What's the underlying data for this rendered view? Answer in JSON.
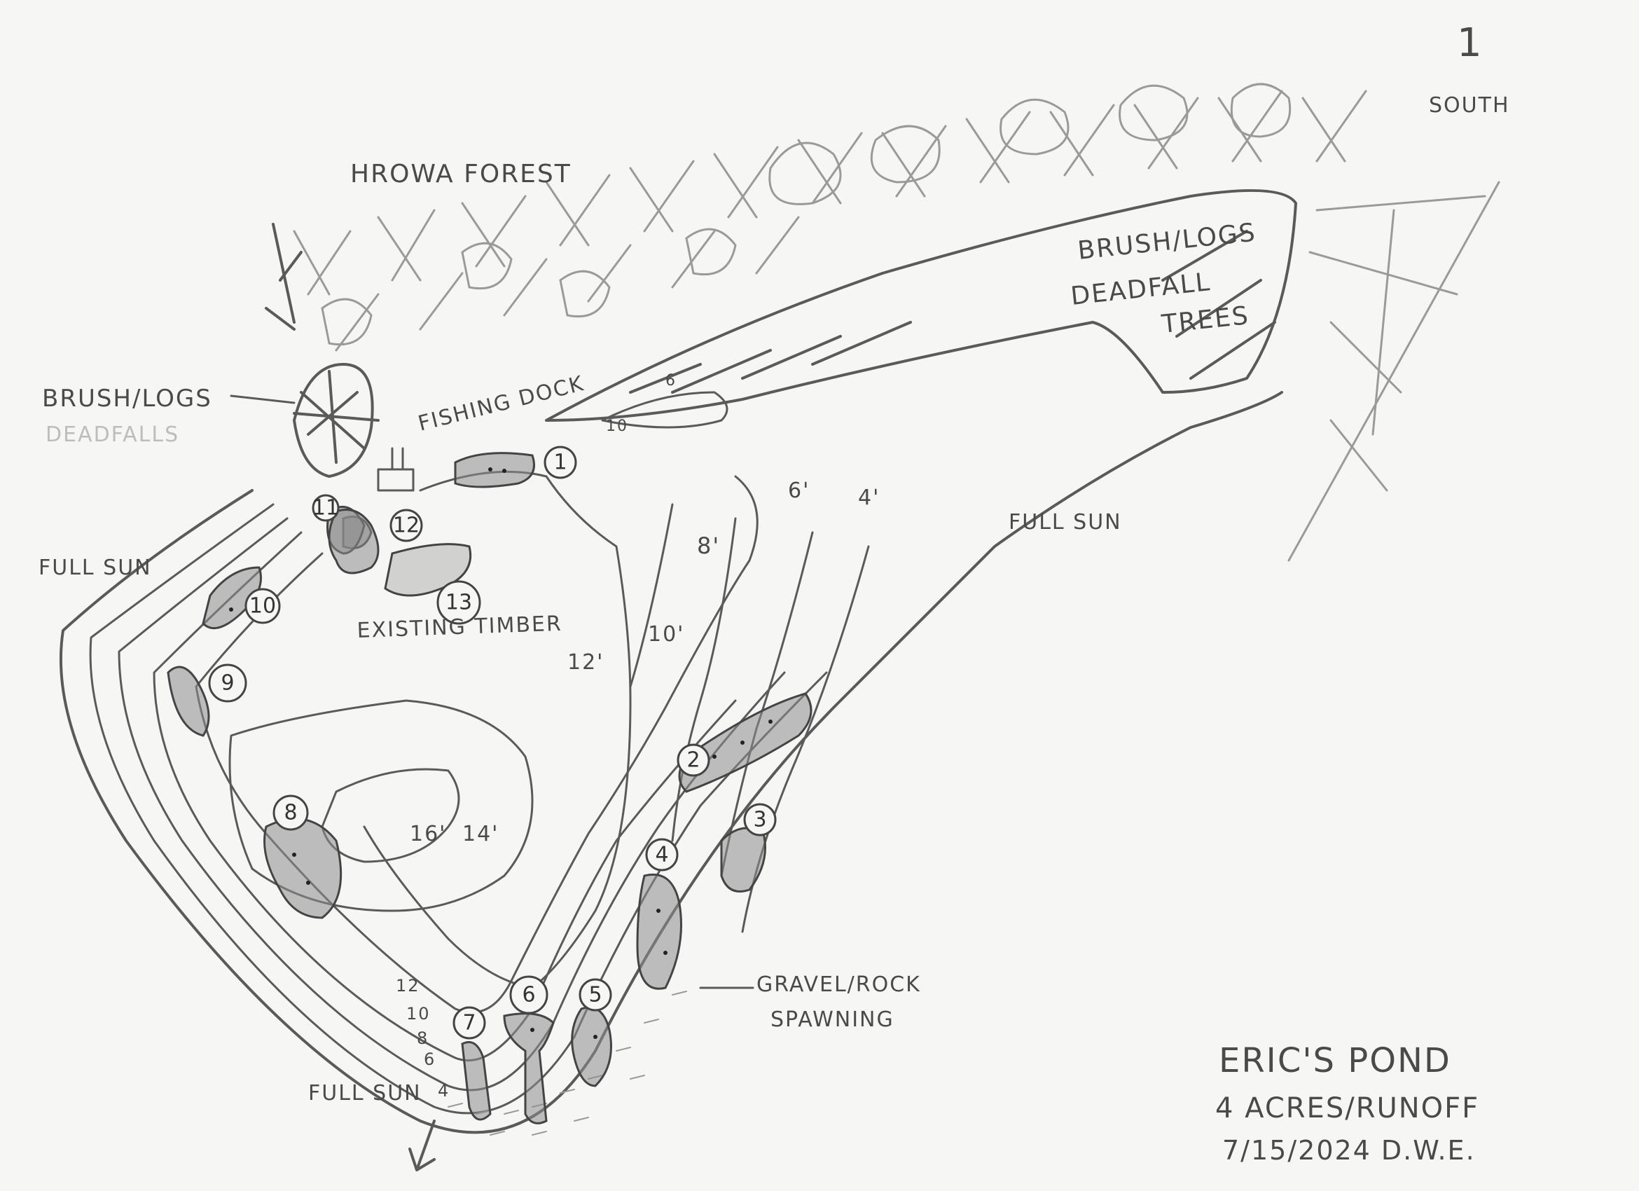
{
  "labels": {
    "north_marker": "1",
    "direction": "SOUTH",
    "forest": "HROWA FOREST",
    "brush_logs_left": "BRUSH/LOGS",
    "deadfalls_left": "DEADFALLS",
    "fishing_dock": "FISHING DOCK",
    "brush_logs_right": "BRUSH/LOGS",
    "deadfall_trees_1": "DEADFALL",
    "deadfall_trees_2": "TREES",
    "full_sun": "FULL SUN",
    "existing_timber": "EXISTING TIMBER",
    "gravel_rock": "GRAVEL/ROCK",
    "spawning": "SPAWNING"
  },
  "depths": [
    "4'",
    "6'",
    "8'",
    "10'",
    "12'",
    "14'",
    "16'",
    "10",
    "6",
    "12",
    "10",
    "8",
    "6",
    "4"
  ],
  "structures": [
    "1",
    "2",
    "3",
    "4",
    "5",
    "6",
    "7",
    "8",
    "9",
    "10",
    "11",
    "12",
    "13"
  ],
  "title_block": {
    "title": "ERIC'S POND",
    "subtitle": "4 ACRES/RUNOFF",
    "date": "7/15/2024 D.W.E."
  }
}
